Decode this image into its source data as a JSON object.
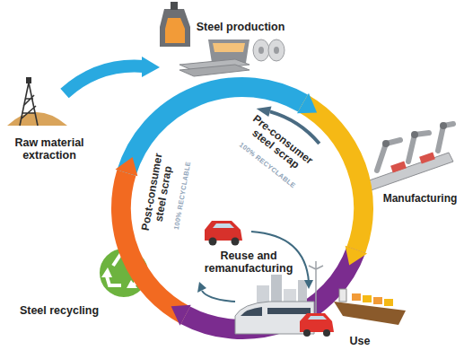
{
  "diagram": {
    "labels": [
      "Steel production",
      "Raw material extraction",
      "Manufacturing",
      "Reuse and remanufacturing",
      "Use",
      "Steel recycling",
      "Pre-consumer steel scrap",
      "100% RECYCLABLE",
      "Post-consumer steel scrap",
      "100% RECYCLABLE"
    ]
  }
}
